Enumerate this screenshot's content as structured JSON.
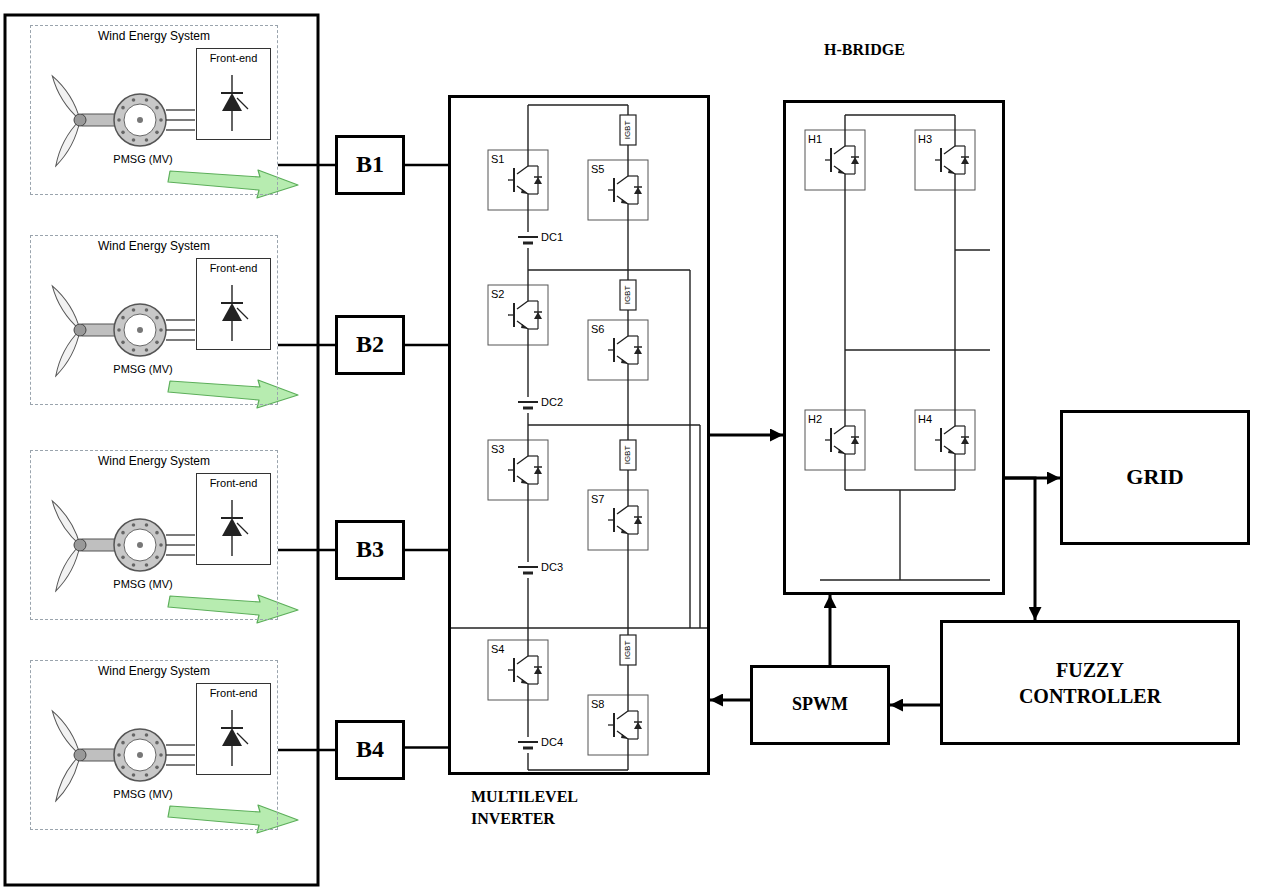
{
  "diagram": {
    "nodes": [
      {
        "text": [
          "Wind Energy System",
          "PMSG (MV)"
        ]
      },
      {
        "text": [
          "Front-end"
        ],
        "in": 0
      },
      {
        "text": [
          "Wind Energy System",
          "PMSG (MV)"
        ]
      },
      {
        "text": [
          "Front-end"
        ],
        "in": 2
      },
      {
        "text": [
          "Wind Energy System",
          "PMSG (MV)"
        ]
      },
      {
        "text": [
          "Front-end"
        ],
        "in": 4
      },
      {
        "text": [
          "Wind Energy System",
          "PMSG (MV)"
        ]
      },
      {
        "text": [
          "Front-end"
        ],
        "in": 6
      },
      {
        "text": [
          "B1"
        ]
      },
      {
        "text": [
          "B2"
        ]
      },
      {
        "text": [
          "B3"
        ]
      },
      {
        "text": [
          "B4"
        ]
      },
      {
        "text": [
          "MULTILEVEL INVERTER"
        ]
      },
      {
        "text": [
          "H-BRIDGE"
        ]
      },
      {
        "text": [
          "GRID"
        ]
      },
      {
        "text": [
          "SPWM"
        ]
      },
      {
        "text": [
          "FUZZY CONTROLLER"
        ]
      }
    ],
    "edges": [
      {
        "from": 0,
        "to": 8,
        "arrow": "none"
      },
      {
        "from": 2,
        "to": 9,
        "arrow": "none"
      },
      {
        "from": 4,
        "to": 10,
        "arrow": "none"
      },
      {
        "from": 6,
        "to": 11,
        "arrow": "none"
      },
      {
        "from": 8,
        "to": 12,
        "arrow": "none"
      },
      {
        "from": 9,
        "to": 12,
        "arrow": "none"
      },
      {
        "from": 10,
        "to": 12,
        "arrow": "none"
      },
      {
        "from": 11,
        "to": 12,
        "arrow": "none"
      },
      {
        "from": 12,
        "to": 13,
        "arrow": "to"
      },
      {
        "from": 13,
        "to": 14,
        "arrow": "to"
      },
      {
        "from": 13,
        "to": 16,
        "arrow": "to"
      },
      {
        "from": 16,
        "to": 15,
        "arrow": "to"
      },
      {
        "from": 15,
        "to": 13,
        "arrow": "to"
      },
      {
        "from": 15,
        "to": 12,
        "arrow": "to"
      }
    ],
    "labels": [
      "S1",
      "S2",
      "S3",
      "S4",
      "S5",
      "S6",
      "S7",
      "S8",
      "DC1",
      "DC2",
      "DC3",
      "DC4",
      "IGBT",
      "IGBT",
      "IGBT",
      "IGBT",
      "H1",
      "H3",
      "H2",
      "H4"
    ]
  }
}
